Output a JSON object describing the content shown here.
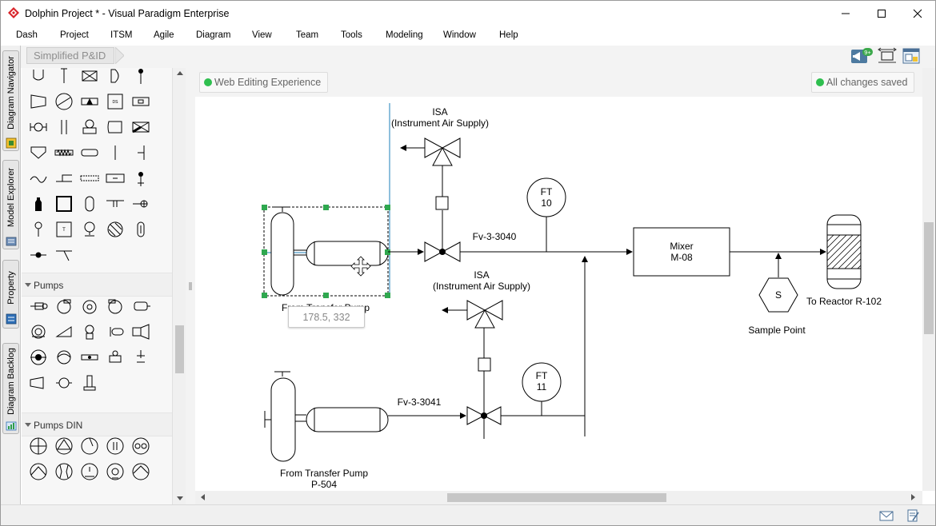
{
  "window": {
    "title": "Dolphin Project * - Visual Paradigm Enterprise",
    "logo_icon": "visual-paradigm-logo-icon",
    "controls": [
      "minimize-icon",
      "maximize-icon",
      "close-icon"
    ]
  },
  "menu": [
    "Dash",
    "Project",
    "ITSM",
    "Agile",
    "Diagram",
    "View",
    "Team",
    "Tools",
    "Modeling",
    "Window",
    "Help"
  ],
  "side_tabs": [
    {
      "label": "Diagram Navigator",
      "icon": "diagram-navigator-icon"
    },
    {
      "label": "Model Explorer",
      "icon": "model-explorer-icon"
    },
    {
      "label": "Property",
      "icon": "property-icon"
    },
    {
      "label": "Diagram Backlog",
      "icon": "diagram-backlog-icon"
    }
  ],
  "breadcrumb": "Simplified P&ID",
  "toolbar_icons": [
    "announcements-icon",
    "fit-diagram-icon",
    "diagram-overview-icon"
  ],
  "notification_badge": "9+",
  "palette": {
    "sections": [
      "Pumps",
      "Pumps DIN"
    ]
  },
  "canvas": {
    "mode_chip": "Web Editing Experience",
    "save_status": "All changes saved",
    "status_color": "#2fbf4f",
    "selection_color": "#2fa84f",
    "guide_color": "#1e7fb8",
    "position_tooltip": "178.5, 332",
    "labels": {
      "isa_top_title": "ISA",
      "isa_top_sub": "(Instrument Air Supply)",
      "isa_mid_title": "ISA",
      "isa_mid_sub": "(Instrument Air Supply)",
      "valve_1": "Fv-3-3040",
      "valve_2": "Fv-3-3041",
      "ft_1_title": "FT",
      "ft_1_num": "10",
      "ft_2_title": "FT",
      "ft_2_num": "11",
      "mixer_title": "Mixer",
      "mixer_id": "M-08",
      "sample_symbol": "S",
      "sample_label": "Sample Point",
      "reactor_label": "To Reactor R-102",
      "pump_1_label": "From Transfer Pump",
      "pump_2_label": "From Transfer Pump",
      "pump_2_id": "P-504"
    }
  },
  "status_bar_icons": [
    "mail-icon",
    "edit-document-icon"
  ]
}
